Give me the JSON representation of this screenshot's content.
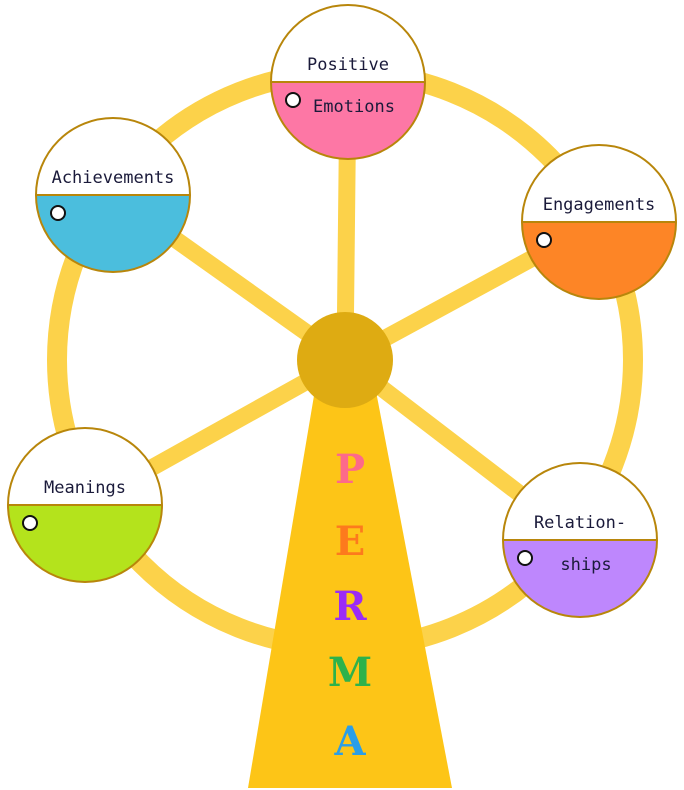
{
  "diagram": {
    "colors": {
      "rim": "#fcd24a",
      "hub": "#deab12",
      "tower": "#fdc517",
      "cabin_border": "#b8860b"
    },
    "cabins": [
      {
        "id": "positive-emotions",
        "top_text": "Positive",
        "bottom_text": "Emotions",
        "color": "#fd77a5"
      },
      {
        "id": "engagements",
        "top_text": "Engagements",
        "bottom_text": "",
        "color": "#fd8526"
      },
      {
        "id": "relationships",
        "top_text": "Relation-",
        "bottom_text": "ships",
        "color": "#be87fd"
      },
      {
        "id": "meanings",
        "top_text": "Meanings",
        "bottom_text": "",
        "color": "#b4e31c"
      },
      {
        "id": "achievements",
        "top_text": "Achievements",
        "bottom_text": "",
        "color": "#4bbedd"
      }
    ],
    "perma": [
      {
        "letter": "P",
        "color": "#fd6a8a"
      },
      {
        "letter": "E",
        "color": "#fd7a1d"
      },
      {
        "letter": "R",
        "color": "#9b2bf5"
      },
      {
        "letter": "M",
        "color": "#2eb24b"
      },
      {
        "letter": "A",
        "color": "#2a9ee8"
      }
    ]
  }
}
